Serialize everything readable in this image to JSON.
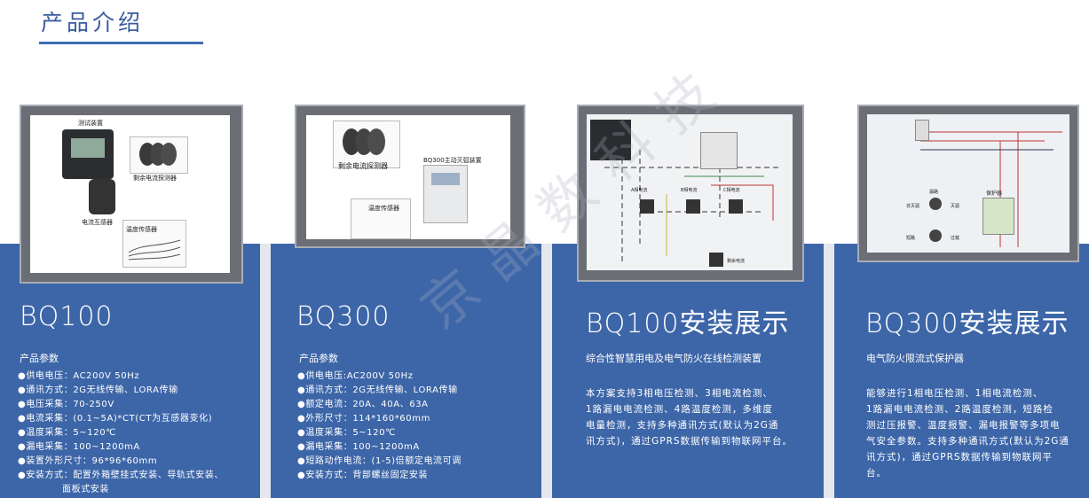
{
  "header": {
    "title": "产品介绍"
  },
  "watermark": "京晶数科技",
  "cards": [
    {
      "title": "BQ100",
      "subtitle": "产品参数",
      "photo_labels": [
        "测试装置",
        "剩余电流探测器",
        "电流互感器",
        "温度传感器"
      ],
      "specs": [
        "●供电电压：AC200V 50Hz",
        "●通讯方式：2G无线传输、LORA传输",
        "●电压采集：70-250V",
        "●电流采集：(0.1~5A)*CT(CT为互感器变化)",
        "●温度采集：5~120℃",
        "●漏电采集：100~1200mA",
        "●装置外形尺寸：96*96*60mm",
        "●安装方式：配置外箱壁挂式安装、导轨式安装、",
        "面板式安装"
      ]
    },
    {
      "title": "BQ300",
      "subtitle": "产品参数",
      "photo_labels": [
        "剩余电流探测器",
        "BQ300主动灭弧装置",
        "温度传感器"
      ],
      "specs": [
        "●供电电压:AC200V 50Hz",
        "●通讯方式：2G无线传输、LORA传输",
        "●额定电流：20A、40A、63A",
        "●外形尺寸：114*160*60mm",
        "●温度采集：5~120℃",
        "●漏电采集：100~1200mA",
        "●短路动作电流：(1-5)倍额定电流可调",
        "●安装方式：背部螺丝固定安装"
      ]
    },
    {
      "title": "BQ100安装展示",
      "subtitle": "综合性智慧用电及电气防火在线检测装置",
      "photo_labels": [
        "A相电流",
        "B相电流",
        "C相电流",
        "剩余电流"
      ],
      "description": [
        "本方案支持3相电压检测、3相电流检测、",
        "1路漏电电流检测、4路温度检测，多维度",
        "电量检测，支持多种通讯方式(默认为2G通",
        "讯方式)，通过GPRS数据传输到物联网平台。"
      ]
    },
    {
      "title": "BQ300安装展示",
      "subtitle": "电气防火限流式保护器",
      "photo_labels": [
        "保护器",
        "漏路",
        "非灭弧",
        "灭弧",
        "短路",
        "过载"
      ],
      "description": [
        "能够进行1相电压检测、1相电流检测、",
        "1路漏电电流检测、2路温度检测，短路检",
        "测过压报警、温度报警、漏电报警等多项电",
        "气安全参数。支持多种通讯方式(默认为2G通",
        "讯方式)，通过GPRS数据传输到物联网平",
        "台。"
      ]
    }
  ],
  "colors": {
    "band": "#3d66a8",
    "title_accent": "#3a5ca0"
  }
}
